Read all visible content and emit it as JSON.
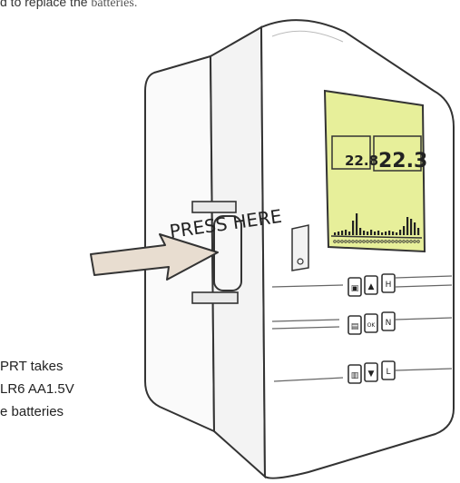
{
  "intro": {
    "prefix": "d to replace the ",
    "faded": "batteries."
  },
  "callout": {
    "label": "PRESS HERE"
  },
  "lcd": {
    "left_value": "22.8",
    "right_value": "22.3",
    "bar_heights": [
      3,
      4,
      5,
      6,
      4,
      16,
      24,
      8,
      5,
      4,
      6,
      4,
      5,
      3,
      4,
      5,
      4,
      3,
      6,
      10,
      20,
      18,
      14,
      8
    ]
  },
  "buttons": [
    {
      "id": "clock",
      "glyph": "▣",
      "interactable": true
    },
    {
      "id": "up",
      "glyph": "▲",
      "interactable": true
    },
    {
      "id": "hold",
      "glyph": "H",
      "interactable": true
    },
    {
      "id": "prog",
      "glyph": "▤",
      "interactable": true
    },
    {
      "id": "ok",
      "glyph": "OK",
      "interactable": true
    },
    {
      "id": "mode",
      "glyph": "N",
      "interactable": true
    },
    {
      "id": "set",
      "glyph": "▥",
      "interactable": true
    },
    {
      "id": "down",
      "glyph": "▼",
      "interactable": true
    },
    {
      "id": "light",
      "glyph": "L",
      "interactable": true
    }
  ],
  "caption": {
    "line1": "PRT takes",
    "line2": "LR6 AA1.5V",
    "line3": "e batteries"
  },
  "colors": {
    "lcd": "#e7ef9a",
    "arrow": "#e8ddd0",
    "outline": "#333333"
  }
}
